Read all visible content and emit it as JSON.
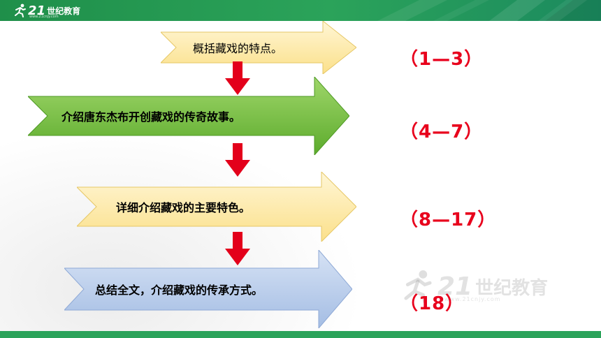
{
  "header": {
    "logo_number": "21",
    "logo_text": "世纪教育",
    "logo_url": "www.21cnjy.com"
  },
  "watermark": {
    "number": "21",
    "text": "世纪教育",
    "url": "www.21cnjy.com"
  },
  "steps": [
    {
      "label": "概括藏戏的特点。",
      "range": "（1—3）",
      "color": "#fde9a5"
    },
    {
      "label": "介绍唐东杰布开创藏戏的传奇故事。",
      "range": "（4—7）",
      "color": "#7ac142"
    },
    {
      "label": "详细介绍藏戏的主要特色。",
      "range": "（8—17）",
      "color": "#fde9a5"
    },
    {
      "label": "总结全文，介绍藏戏的传承方式。",
      "range": "（18）",
      "color": "#b4c7e7"
    }
  ],
  "colors": {
    "accent_green": "#2ba35a",
    "range_red": "#e8001c",
    "down_arrow_red": "#e3001b"
  }
}
